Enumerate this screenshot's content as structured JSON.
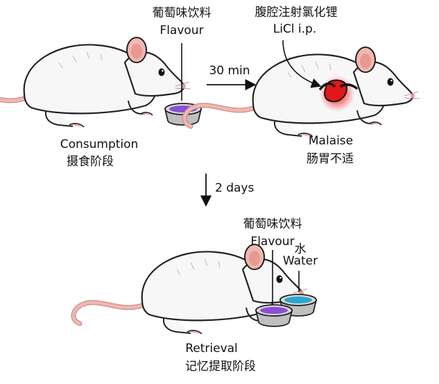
{
  "stage1": {
    "flavour_zh": "葡萄味饮料",
    "flavour_en": "Flavour",
    "phase_en": "Consumption",
    "phase_zh": "摄食阶段"
  },
  "arrow_right": {
    "label": "30 min"
  },
  "stage2": {
    "injection_zh": "腹腔注射氯化锂",
    "injection_en": "LiCl i.p.",
    "phase_en": "Malaise",
    "phase_zh": "肠胃不适"
  },
  "arrow_down": {
    "label": "2 days"
  },
  "stage3": {
    "flavour_zh": "葡萄味饮料",
    "flavour_en": "Flavour",
    "water_zh": "水",
    "water_en": "Water",
    "phase_en": "Retrieval",
    "phase_zh": "记忆提取阶段"
  },
  "colors": {
    "flavour_liquid": "#8a4fd8",
    "water_liquid": "#2aa7cf",
    "malaise_red": "#e01818",
    "mouse_body": "#f7f7f7",
    "mouse_pink": "#f0b8b0",
    "bowl_grey": "#bfbfbf"
  }
}
